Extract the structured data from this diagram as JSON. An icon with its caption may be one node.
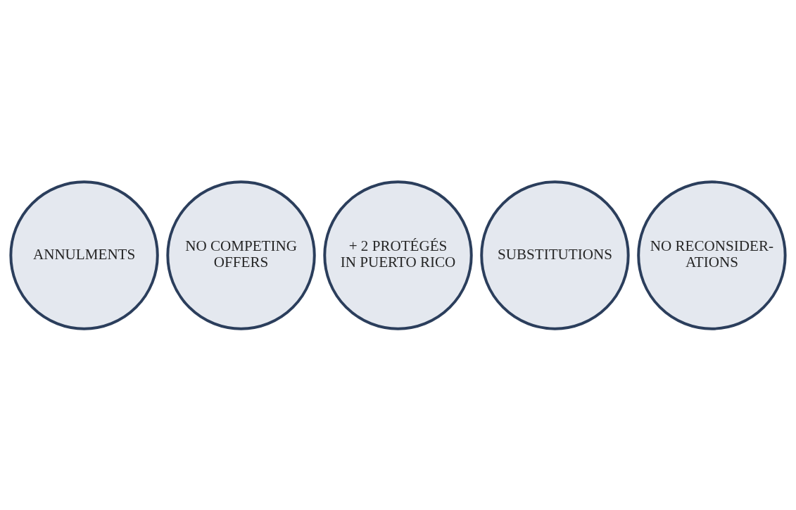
{
  "diagram": {
    "nodes": [
      {
        "text": [
          "ANNULMENTS"
        ]
      },
      {
        "text": [
          "NO COMPETING OFFERS"
        ]
      },
      {
        "text": [
          "+ 2 PROTÉGÉS IN PUERTO RICO"
        ]
      },
      {
        "text": [
          "SUBSTITUTIONS"
        ]
      },
      {
        "text": [
          "NO RECONSIDER- ATIONS"
        ]
      }
    ],
    "edges": []
  }
}
